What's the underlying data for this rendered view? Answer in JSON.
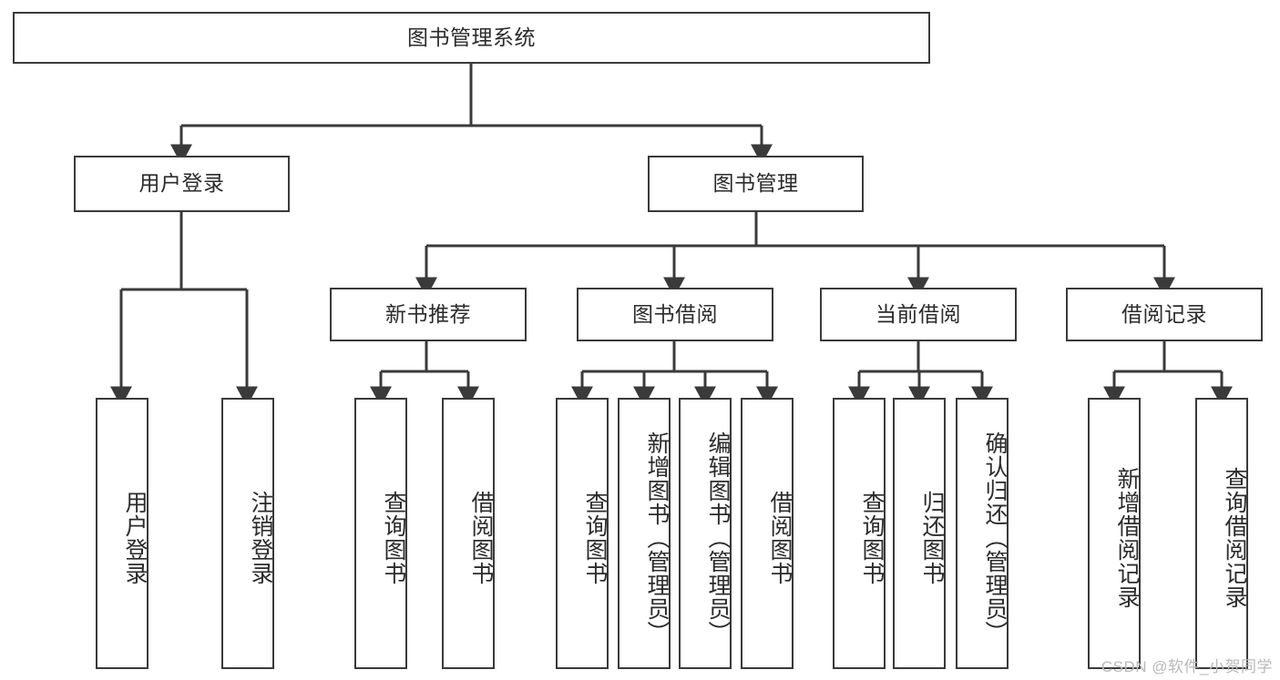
{
  "diagram": {
    "title": "图书管理系统",
    "type": "tree-hierarchy-diagram",
    "colors": {
      "stroke": "#3a3a3a",
      "fill": "#ffffff",
      "text": "#2b2b2b",
      "watermark": "#b9b9b9"
    },
    "root": {
      "label": "图书管理系统"
    },
    "level1": [
      {
        "label": "用户登录"
      },
      {
        "label": "图书管理"
      }
    ],
    "level2": [
      {
        "label": "新书推荐"
      },
      {
        "label": "图书借阅"
      },
      {
        "label": "当前借阅"
      },
      {
        "label": "借阅记录"
      }
    ],
    "leaves": {
      "user_login": [
        {
          "label": "用户登录"
        },
        {
          "label": "注销登录"
        }
      ],
      "new_book_recommend": [
        {
          "label": "查询图书"
        },
        {
          "label": "借阅图书"
        }
      ],
      "book_borrow": [
        {
          "label": "查询图书"
        },
        {
          "label": "新增图书（管理员）"
        },
        {
          "label": "编辑图书（管理员）"
        },
        {
          "label": "借阅图书"
        }
      ],
      "current_borrow": [
        {
          "label": "查询图书"
        },
        {
          "label": "归还图书"
        },
        {
          "label": "确认归还（管理员）"
        }
      ],
      "borrow_record": [
        {
          "label": "新增借阅记录"
        },
        {
          "label": "查询借阅记录"
        }
      ]
    },
    "watermark": "CSDN @软件_小贺同学"
  }
}
